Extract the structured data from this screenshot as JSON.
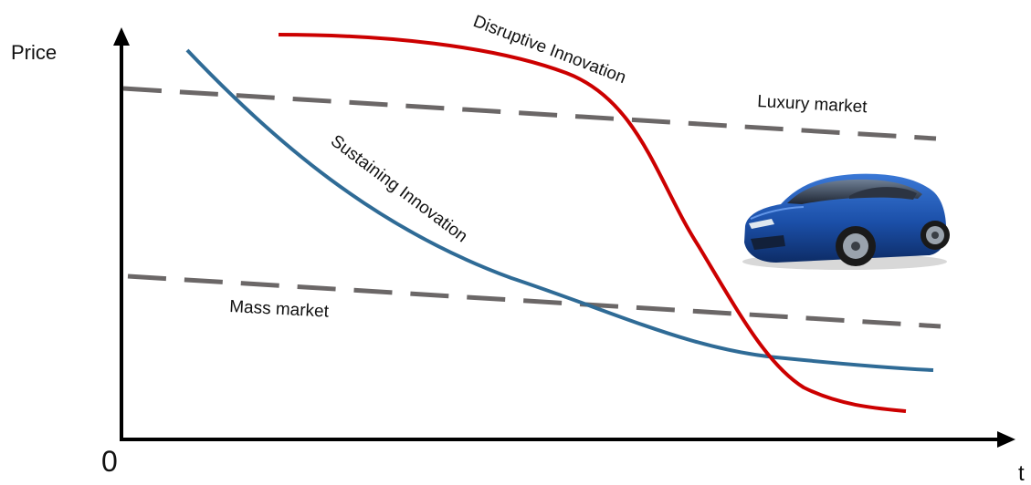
{
  "axes": {
    "y_label": "Price",
    "x_label": "t",
    "origin_label": "0"
  },
  "curves": {
    "disruptive": {
      "label": "Disruptive Innovation",
      "color": "#cc0000"
    },
    "sustaining": {
      "label": "Sustaining Innovation",
      "color": "#2f6b96"
    }
  },
  "markets": {
    "luxury": {
      "label": "Luxury market",
      "color": "#6b6767"
    },
    "mass": {
      "label": "Mass market",
      "color": "#6b6767"
    }
  },
  "car_image": {
    "description_icon": "electric-sedan-icon",
    "body_color": "#1b4fa8"
  }
}
